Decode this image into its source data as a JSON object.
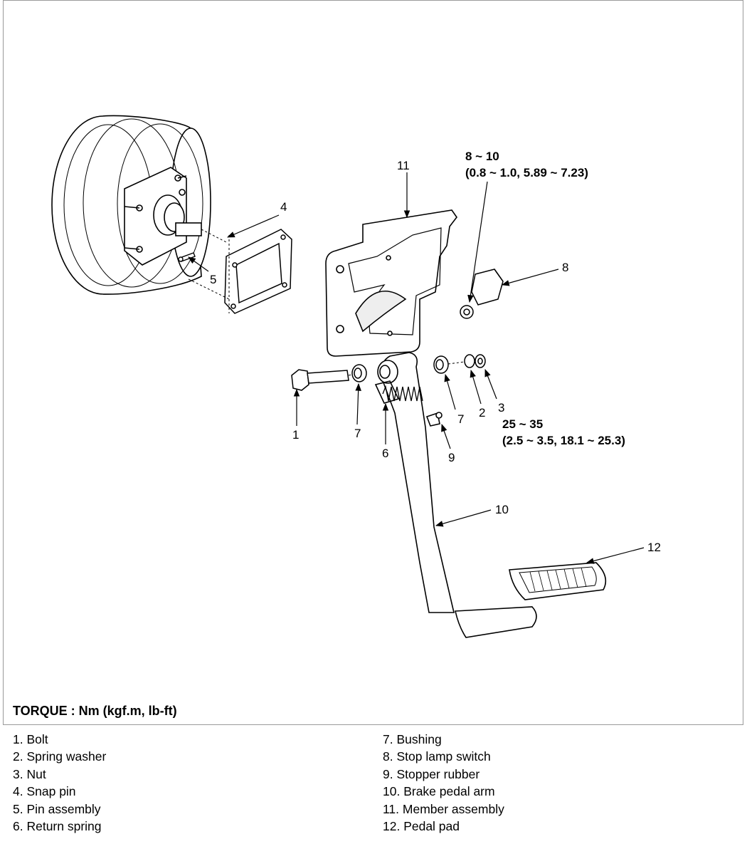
{
  "callouts": {
    "c1": "1",
    "c2": "2",
    "c3": "3",
    "c4": "4",
    "c5": "5",
    "c6": "6",
    "c7a": "7",
    "c7b": "7",
    "c8": "8",
    "c9": "9",
    "c10": "10",
    "c11": "11",
    "c12": "12"
  },
  "torque_specs": {
    "switch_nm": "8 ~ 10",
    "switch_detail": "(0.8 ~ 1.0, 5.89 ~ 7.23)",
    "nut_nm": "25 ~ 35",
    "nut_detail": "(2.5 ~ 3.5, 18.1 ~ 25.3)"
  },
  "torque_unit_title": "TORQUE : Nm (kgf.m, lb-ft)",
  "legend": {
    "left": [
      "1. Bolt",
      "2. Spring washer",
      "3. Nut",
      "4. Snap pin",
      "5. Pin assembly",
      "6. Return spring"
    ],
    "right": [
      "7. Bushing",
      "8. Stop lamp switch",
      "9. Stopper rubber",
      "10. Brake pedal arm",
      "11. Member assembly",
      "12. Pedal pad"
    ]
  }
}
